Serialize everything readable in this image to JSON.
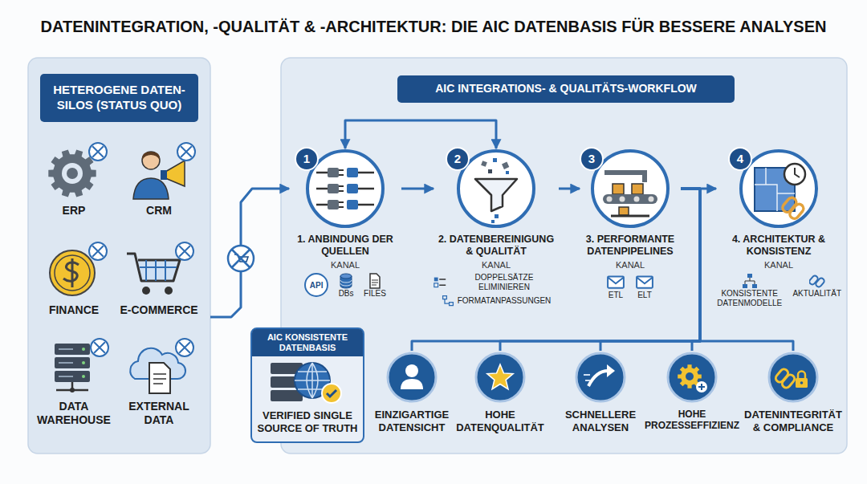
{
  "diagram": {
    "title": "DATENINTEGRATION, -QUALITÄT & -ARCHITEKTUR: DIE AIC DATENBASIS FÜR BESSERE ANALYSEN",
    "nodes": [
      {
        "text": [
          "HETEROGENE DATEN- SILOS (STATUS QUO)"
        ]
      },
      {
        "text": [
          "ERP"
        ],
        "in": 0
      },
      {
        "text": [
          "CRM"
        ],
        "in": 0
      },
      {
        "text": [
          "FINANCE"
        ],
        "in": 0
      },
      {
        "text": [
          "E-COMMERCE"
        ],
        "in": 0
      },
      {
        "text": [
          "DATA WAREHOUSE"
        ],
        "in": 0
      },
      {
        "text": [
          "EXTERNAL DATA"
        ],
        "in": 0
      },
      {
        "text": [
          "AIC INTEGRATIONS- & QUALITÄTS-WORKFLOW"
        ]
      },
      {
        "text": [
          "1",
          "1. ANBINDUNG DER QUELLEN",
          "KANAL",
          "API",
          "DBs",
          "FILES"
        ],
        "in": 7
      },
      {
        "text": [
          "2",
          "2. DATENBEREINIGUNG & QUALITÄT",
          "KANAL",
          "DOPPELSÄTZE ELIMINIEREN",
          "FORMATANPASSUNGEN"
        ],
        "in": 7
      },
      {
        "text": [
          "3",
          "3. PERFORMANTE DATENPIPELINES",
          "KANAL",
          "ETL",
          "ELT"
        ],
        "in": 7
      },
      {
        "text": [
          "4",
          "4. ARCHITEKTUR & KONSISTENZ",
          "KANAL",
          "KONSISTENTE DATENMODELLE",
          "AKTUALITÄT"
        ],
        "in": 7
      },
      {
        "text": [
          "AIC KONSISTENTE DATENBASIS",
          "VERIFIED SINGLE SOURCE OF TRUTH"
        ]
      },
      {
        "text": [
          "EINZIGARTIGE DATENSICHT"
        ],
        "in": 7
      },
      {
        "text": [
          "HOHE DATENQUALITÄT"
        ],
        "in": 7
      },
      {
        "text": [
          "SCHNELLERE ANALYSEN"
        ],
        "in": 7
      },
      {
        "text": [
          "HOHE PROZESSEFFIZIENZ"
        ],
        "in": 7
      },
      {
        "text": [
          "DATENINTEGRITÄT & COMPLIANCE"
        ],
        "in": 7
      }
    ],
    "edges": [
      {
        "from": 0,
        "to": 8,
        "arrow": "to"
      },
      {
        "from": 8,
        "to": 9,
        "arrow": "to"
      },
      {
        "from": 9,
        "to": 10,
        "arrow": "to"
      },
      {
        "from": 10,
        "to": 11,
        "arrow": "to"
      },
      {
        "from": 8,
        "to": 9,
        "arrow": "both"
      },
      {
        "from": 10,
        "to": 13,
        "arrow": "none"
      },
      {
        "from": 10,
        "to": 14,
        "arrow": "none"
      },
      {
        "from": 10,
        "to": 15,
        "arrow": "none"
      },
      {
        "from": 10,
        "to": 16,
        "arrow": "none"
      },
      {
        "from": 10,
        "to": 17,
        "arrow": "none"
      }
    ]
  }
}
